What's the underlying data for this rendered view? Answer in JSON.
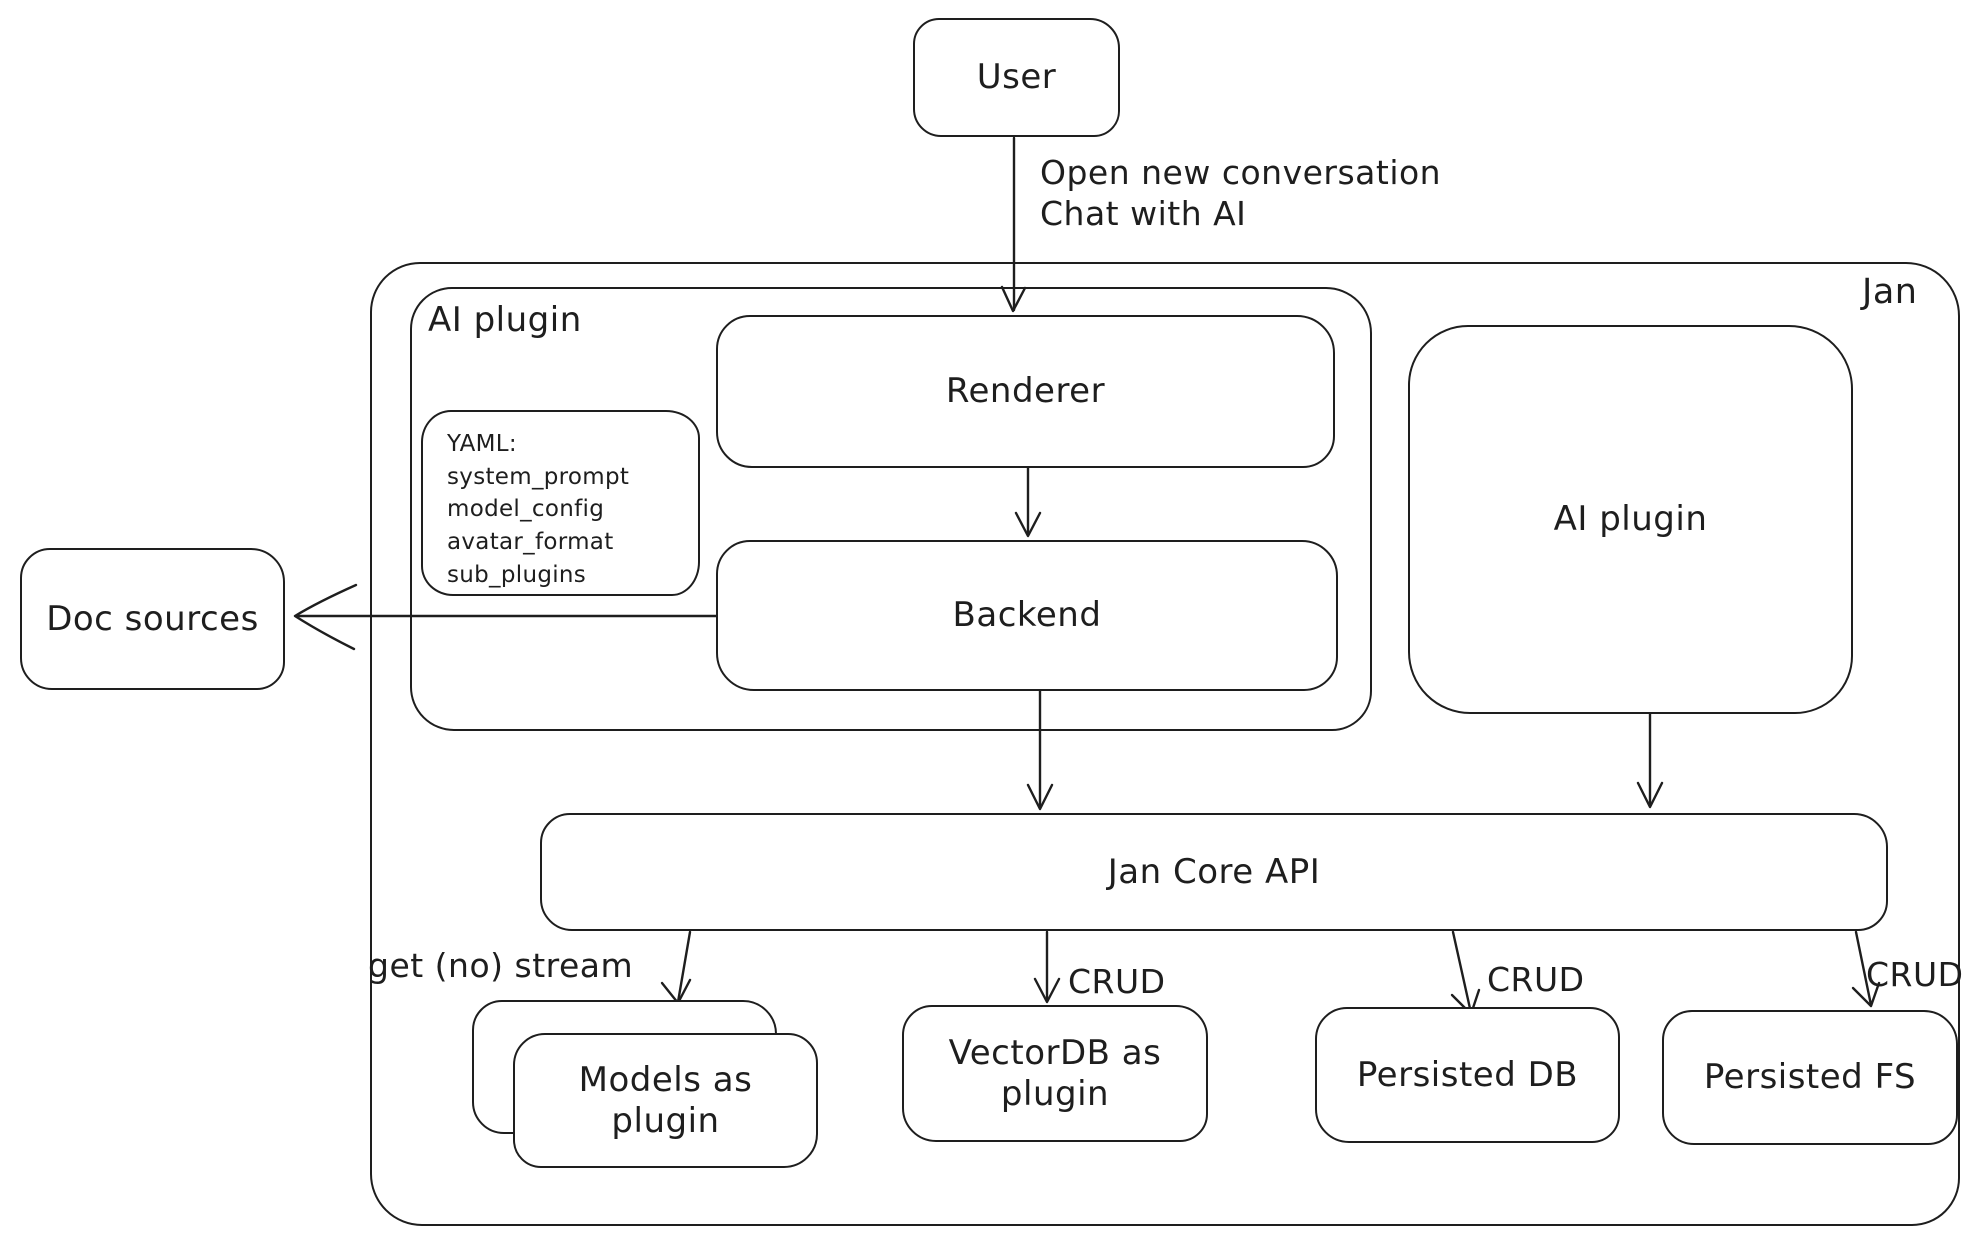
{
  "diagram": {
    "background": "#ffffff",
    "stroke_color": "#1e1e1e",
    "container_label": "Jan",
    "nodes": {
      "user": {
        "label": "User"
      },
      "ai_plugin_group": {
        "label": "AI plugin"
      },
      "yaml_note": {
        "lines": [
          "YAML:",
          "system_prompt",
          "model_config",
          "avatar_format",
          "sub_plugins"
        ]
      },
      "renderer": {
        "label": "Renderer"
      },
      "backend": {
        "label": "Backend"
      },
      "ai_plugin_right": {
        "label": "AI plugin"
      },
      "doc_sources": {
        "label": "Doc sources"
      },
      "jan_core_api": {
        "label": "Jan Core API"
      },
      "models_as_plugin": {
        "label": "Models as plugin"
      },
      "vectordb_as_plugin": {
        "label": "VectorDB as plugin"
      },
      "persisted_db": {
        "label": "Persisted DB"
      },
      "persisted_fs": {
        "label": "Persisted FS"
      }
    },
    "edge_labels": {
      "user_flow_line1": "Open new conversation",
      "user_flow_line2": "Chat with AI",
      "get_stream": "get (no) stream",
      "crud_vectordb": "CRUD",
      "crud_persisted_db": "CRUD",
      "crud_persisted_fs": "CRUD"
    }
  }
}
